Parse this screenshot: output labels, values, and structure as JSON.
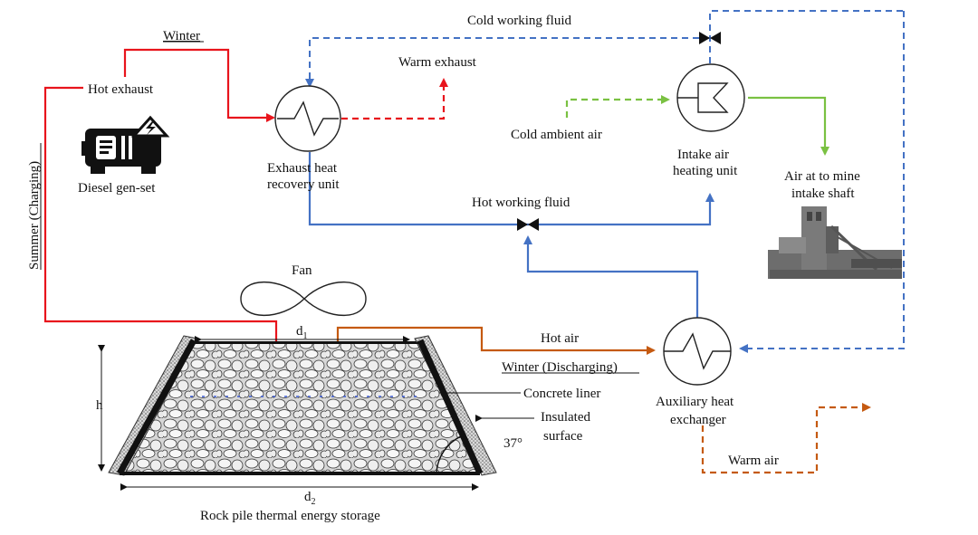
{
  "labels": {
    "winter": "Winter",
    "hot_exhaust": "Hot exhaust",
    "diesel": "Diesel gen-set",
    "summer": "Summer (Charging)",
    "exhaust_unit_1": "Exhaust heat",
    "exhaust_unit_2": "recovery unit",
    "warm_exhaust": "Warm exhaust",
    "cold_fluid": "Cold working fluid",
    "cold_ambient": "Cold ambient air",
    "intake_1": "Intake air",
    "intake_2": "heating unit",
    "mine_1": "Air at to mine",
    "mine_2": "intake shaft",
    "hot_fluid": "Hot working fluid",
    "fan": "Fan",
    "hot_air": "Hot air",
    "winter_dis": "Winter (Discharging)",
    "concrete": "Concrete liner",
    "insulated_1": "Insulated",
    "insulated_2": "surface",
    "angle": "37°",
    "aux_1": "Auxiliary heat",
    "aux_2": "exchanger",
    "warm_air": "Warm air",
    "h": "h",
    "d1": "d",
    "d1_sub": "1",
    "d2": "d",
    "d2_sub": "2",
    "storage": "Rock pile thermal energy storage"
  },
  "colors": {
    "hot_line": "#e8141c",
    "cold_blue": "#4472c4",
    "green": "#7ac142",
    "orange": "#c55a11",
    "rock_bg": "#cfcfcf",
    "dark": "#111111"
  },
  "icons": {
    "generator": "diesel-generator-icon",
    "shaft": "mine-headframe-icon",
    "valve": "valve-icon",
    "fan": "fan-icon"
  }
}
